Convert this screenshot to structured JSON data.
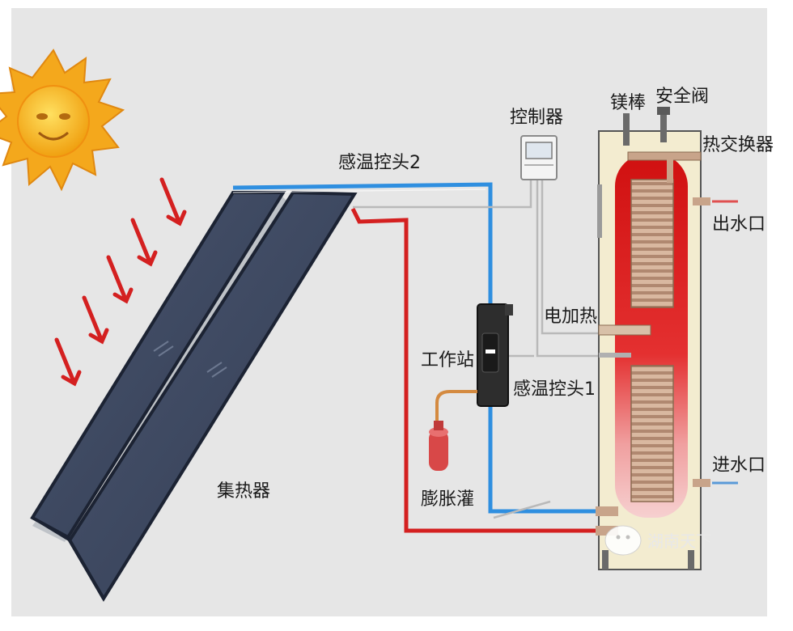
{
  "labels": {
    "controller": "控制器",
    "magnesium_rod": "镁棒",
    "safety_valve": "安全阀",
    "heat_exchanger": "热交换器",
    "water_outlet": "出水口",
    "water_inlet": "进水口",
    "temp_probe_2": "感温控头2",
    "temp_probe_1": "感温控头1",
    "electric_heater": "电加热",
    "work_station": "工作站",
    "expansion_tank": "膨胀灌",
    "collector": "集热器"
  },
  "watermark": "湖南天下",
  "colors": {
    "background": "#e6e6e6",
    "hot_pipe": "#d42020",
    "cold_pipe": "#2f8fe0",
    "signal_wire": "#b9b9b9",
    "panel": "#3e4a63",
    "tank_hot": "#e01818",
    "tank_shell": "#f3ecd0",
    "coil": "#c8a48a",
    "sun": "#f0b020",
    "arrows": "#d42020"
  },
  "icons": [
    "sun-icon",
    "sunray-arrow-icon",
    "expansion-tank-icon",
    "work-station-icon",
    "controller-icon",
    "watermark-logo-icon"
  ]
}
